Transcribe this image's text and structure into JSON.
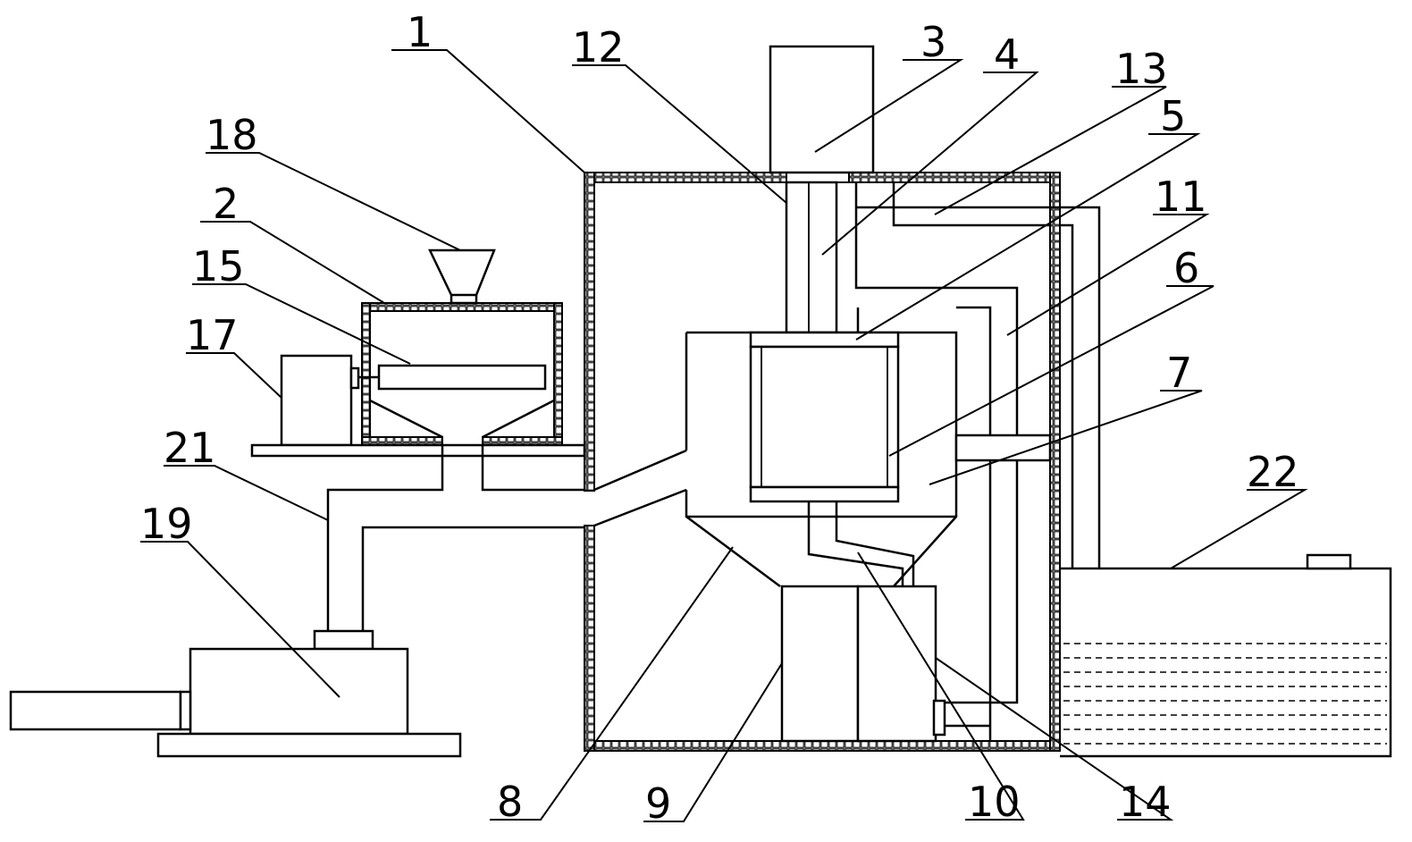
{
  "labels": {
    "l1": "1",
    "l2": "2",
    "l3": "3",
    "l4": "4",
    "l5": "5",
    "l6": "6",
    "l7": "7",
    "l8": "8",
    "l9": "9",
    "l10": "10",
    "l11": "11",
    "l12": "12",
    "l13": "13",
    "l14": "14",
    "l15": "15",
    "l17": "17",
    "l18": "18",
    "l19": "19",
    "l21": "21",
    "l22": "22"
  }
}
